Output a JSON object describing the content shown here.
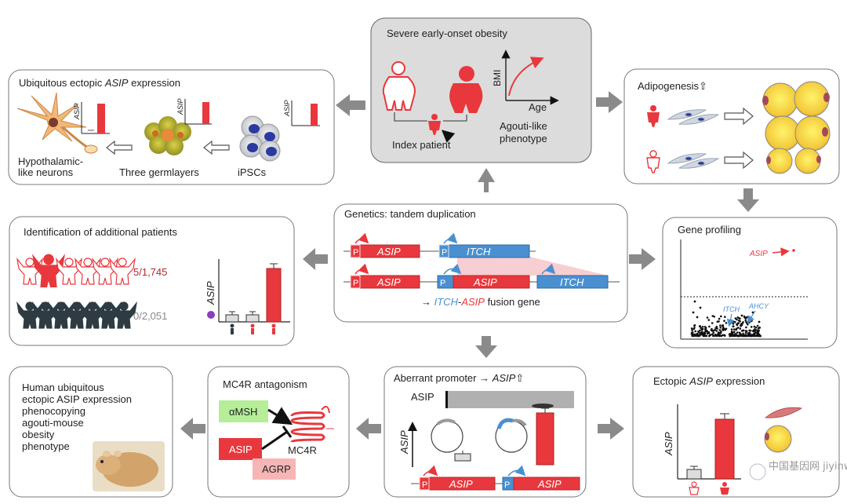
{
  "center": {
    "title": "Genetics: tandem duplication",
    "gene_asip": "ASIP",
    "gene_itch": "ITCH",
    "promoter": "P",
    "fusion_arrow": "→",
    "fusion_itch": "ITCH",
    "fusion_dash": "-",
    "fusion_asip": "ASIP",
    "fusion_rest": "fusion gene"
  },
  "top": {
    "title": "Severe early-onset obesity",
    "index_patient": "Index patient",
    "bmi": "BMI",
    "age": "Age",
    "phenotype_line1": "Agouti-like",
    "phenotype_line2": "phenotype"
  },
  "left_top": {
    "title_pre": "Ubiquitous ectopic ",
    "title_gene": "ASIP",
    "title_post": " expression",
    "neurons_line1": "Hypothalamic-",
    "neurons_line2": "like neurons",
    "germlayers": "Three germlayers",
    "ipscs": "iPSCs",
    "asip_axis": "ASIP"
  },
  "right_top": {
    "title": "Adipogenesis⇧"
  },
  "left_mid": {
    "title": "Identification of additional patients",
    "count_red": "5/1,745",
    "count_dark": "0/2,051",
    "asip_axis": "ASIP"
  },
  "right_mid": {
    "title": "Gene profiling",
    "asip_label": "ASIP",
    "itch_label": "ITCH",
    "ahcy_label": "AHCY"
  },
  "bottom_mid": {
    "title_pre": "Aberrant promoter → ",
    "title_gene": "ASIP",
    "title_post": "⇧",
    "blot_label": "ASIP",
    "asip_axis": "ASIP",
    "gene": "ASIP",
    "promoter": "P"
  },
  "bottom_left2": {
    "title": "MC4R antagonism",
    "amsh": "αMSH",
    "asip": "ASIP",
    "agrp": "AGRP",
    "mc4r": "MC4R"
  },
  "bottom_left": {
    "lines": [
      "Human ubiquitous",
      "ectopic ASIP expression",
      "phenocopying",
      "agouti-mouse",
      "obesity",
      "phenotype"
    ]
  },
  "bottom_right": {
    "title_pre": "Ectopic ",
    "title_gene": "ASIP",
    "title_post": " expression",
    "asip_axis": "ASIP"
  },
  "watermark": "中国基因网 jiyinwang.com",
  "colors": {
    "red": "#e8383d",
    "blue": "#4a90d0",
    "gray_box": "#dcdcdc",
    "arrow_gray": "#8a8a8a",
    "dark_figure": "#2f3b42"
  }
}
